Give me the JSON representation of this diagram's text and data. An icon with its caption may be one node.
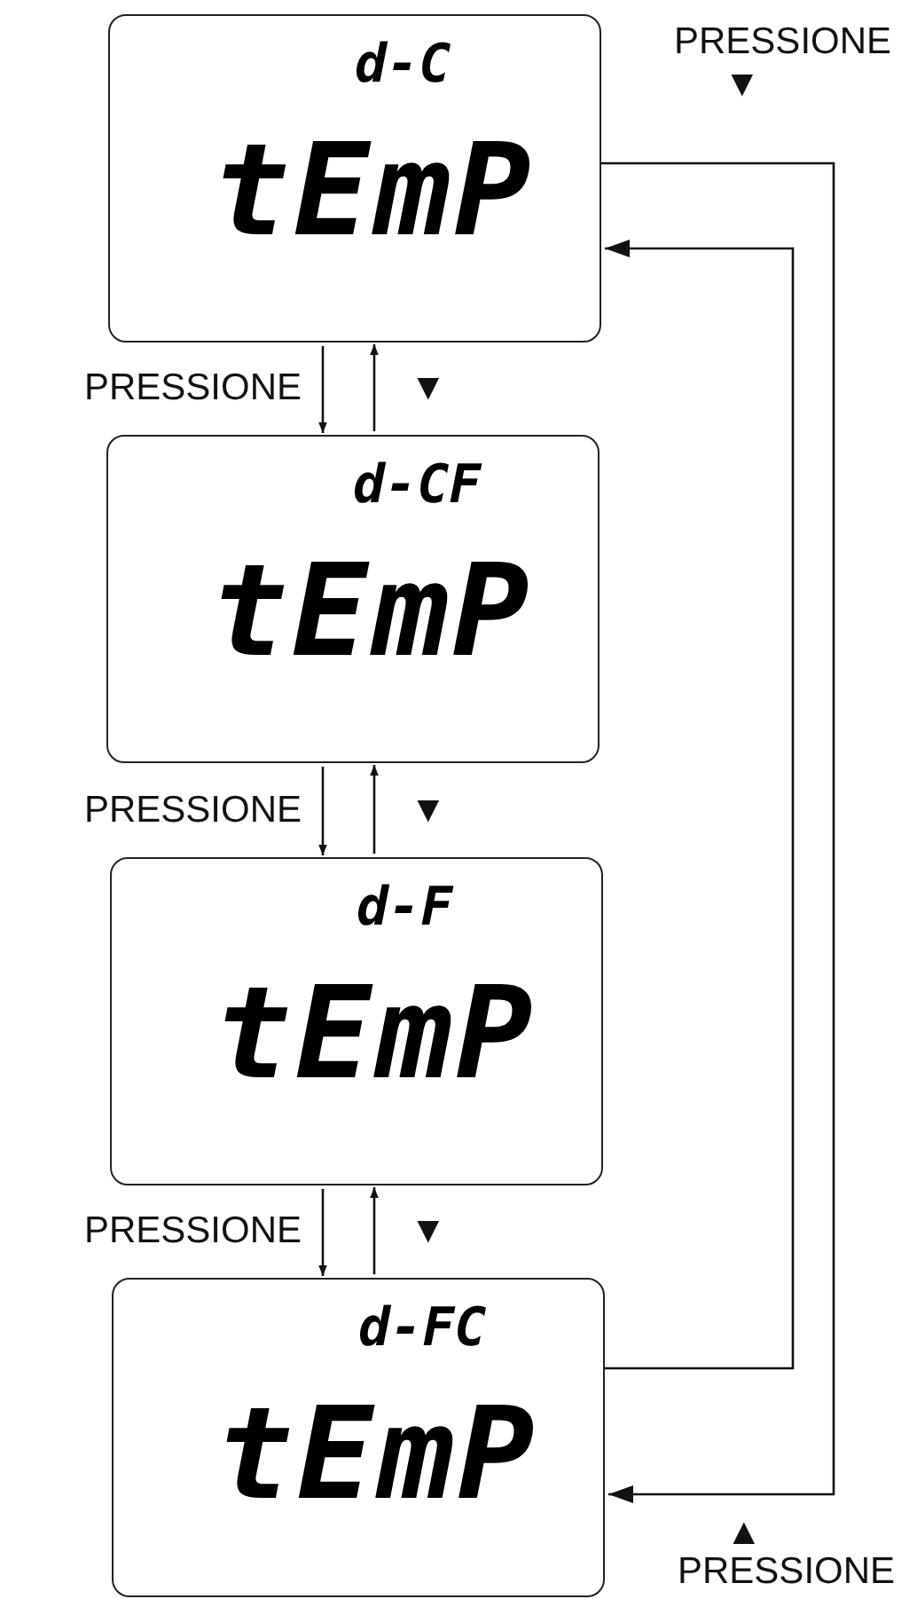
{
  "diagram": {
    "nodes": [
      {
        "text": [
          "d-C",
          "tEmP"
        ]
      },
      {
        "text": [
          "d-CF",
          "tEmP"
        ]
      },
      {
        "text": [
          "d-F",
          "tEmP"
        ]
      },
      {
        "text": [
          "d-FC",
          "tEmP"
        ]
      }
    ],
    "edges": [
      {
        "from": 0,
        "to": 1,
        "arrow": "to",
        "label": "PRESSIONE"
      },
      {
        "from": 1,
        "to": 0,
        "arrow": "to",
        "label": "▼"
      },
      {
        "from": 1,
        "to": 2,
        "arrow": "to",
        "label": "PRESSIONE"
      },
      {
        "from": 2,
        "to": 1,
        "arrow": "to",
        "label": "▼"
      },
      {
        "from": 2,
        "to": 3,
        "arrow": "to",
        "label": "PRESSIONE"
      },
      {
        "from": 3,
        "to": 2,
        "arrow": "to",
        "label": "▼"
      },
      {
        "from": 0,
        "to": 3,
        "arrow": "to"
      },
      {
        "from": 3,
        "to": 0,
        "arrow": "to"
      }
    ],
    "labels": [
      "PRESSIONE",
      "▼",
      "▲",
      "PRESSIONE"
    ]
  }
}
